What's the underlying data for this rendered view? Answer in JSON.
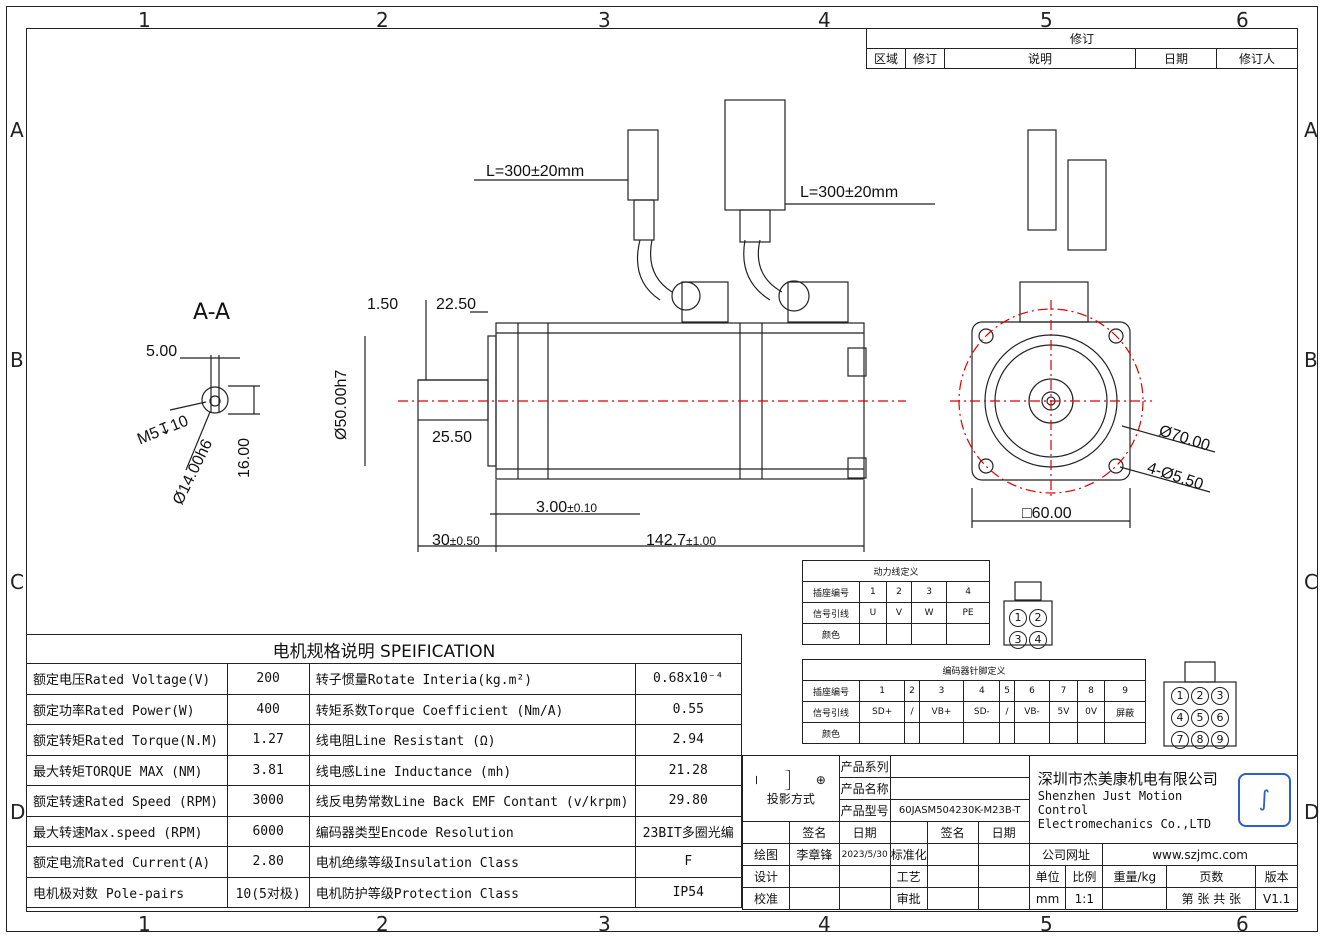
{
  "zones": {
    "columns": [
      "1",
      "2",
      "3",
      "4",
      "5",
      "6"
    ],
    "rows": [
      "A",
      "B",
      "C",
      "D"
    ]
  },
  "revision": {
    "title": "修订",
    "headers": [
      "区域",
      "修订",
      "说明",
      "日期",
      "修订人"
    ]
  },
  "section_label": "A-A",
  "dims": {
    "cable_left": "L=300±20mm",
    "cable_right": "L=300±20mm",
    "d1_50": "1.50",
    "d22_50": "22.50",
    "d50h7": "Ø50.00h7",
    "d25_50": "25.50",
    "d3": "3.00",
    "d3_tol": "±0.10",
    "d30": "30",
    "d30_tol": "±0.50",
    "d142": "142.7",
    "d142_tol": "±1.00",
    "d5": "5.00",
    "m5": "M5",
    "m5_depth": "10",
    "d14": "Ø14.00h6",
    "d16": "16.00",
    "d70": "Ø70.00",
    "holes": "4-Ø5.50",
    "sq60": "□60.00"
  },
  "power_table": {
    "title": "动力线定义",
    "rows": [
      [
        "插座编号",
        "1",
        "2",
        "3",
        "4"
      ],
      [
        "信号引线",
        "U",
        "V",
        "W",
        "PE"
      ],
      [
        "颜色",
        "",
        "",
        "",
        ""
      ]
    ],
    "pins": [
      "1",
      "2",
      "3",
      "4"
    ]
  },
  "encoder_table": {
    "title": "编码器针脚定义",
    "rows": [
      [
        "插座编号",
        "1",
        "2",
        "3",
        "4",
        "5",
        "6",
        "7",
        "8",
        "9"
      ],
      [
        "信号引线",
        "SD+",
        "/",
        "VB+",
        "SD-",
        "/",
        "VB-",
        "5V",
        "0V",
        "屏蔽"
      ],
      [
        "颜色",
        "",
        "",
        "",
        "",
        "",
        "",
        "",
        "",
        ""
      ]
    ],
    "pins": [
      "1",
      "2",
      "3",
      "4",
      "5",
      "6",
      "7",
      "8",
      "9"
    ]
  },
  "spec": {
    "title": "电机规格说明 SPEIFICATION",
    "rows": [
      [
        "额定电压Rated Voltage(V)",
        "200",
        "转子惯量Rotate Interia(kg.m²)",
        "0.68x10⁻⁴"
      ],
      [
        "额定功率Rated Power(W)",
        "400",
        "转矩系数Torque Coefficient (Nm/A)",
        "0.55"
      ],
      [
        "额定转矩Rated Torque(N.M)",
        "1.27",
        "线电阻Line Resistant (Ω)",
        "2.94"
      ],
      [
        "最大转矩TORQUE MAX (NM)",
        "3.81",
        "线电感Line Inductance (mh)",
        "21.28"
      ],
      [
        "额定转速Rated Speed (RPM)",
        "3000",
        "线反电势常数Line Back EMF Contant (v/krpm)",
        "29.80"
      ],
      [
        "最大转速Max.speed (RPM)",
        "6000",
        "编码器类型Encode Resolution",
        "23BIT多圈光编"
      ],
      [
        "额定电流Rated Current(A)",
        "2.80",
        "电机绝缘等级Insulation Class",
        "F"
      ],
      [
        "电机极对数 Pole-pairs",
        "10(5对极)",
        "电机防护等级Protection Class",
        "IP54"
      ]
    ]
  },
  "title_block": {
    "projection": "投影方式",
    "series_label": "产品系列",
    "name_label": "产品名称",
    "model_label": "产品型号",
    "model": "60JASM504230K-M23B-T",
    "sign": "签名",
    "date": "日期",
    "draw": "绘图",
    "drawer": "李章锋",
    "draw_date": "2023/5/30",
    "std": "标准化",
    "design": "设计",
    "craft": "工艺",
    "check": "校准",
    "approve": "审批",
    "company_cn": "深圳市杰美康机电有限公司",
    "company_en1": "Shenzhen Just Motion Control",
    "company_en2": "Electromechanics Co.,LTD",
    "website_label": "公司网址",
    "website": "www.szjmc.com",
    "unit_label": "单位",
    "scale_label": "比例",
    "weight_label": "重量/kg",
    "page_label": "页数",
    "version_label": "版本",
    "unit": "mm",
    "scale": "1:1",
    "sheet": "第 张 共 张",
    "version": "V1.1"
  }
}
